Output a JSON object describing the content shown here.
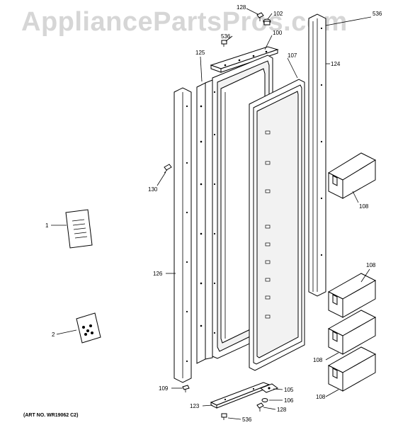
{
  "watermark": "AppliancePartsPros.com",
  "art_number": "(ART NO. WR19062 C2)",
  "callouts": {
    "c128_top": "128",
    "c102": "102",
    "c536_top": "536",
    "c536_right": "536",
    "c100": "100",
    "c125": "125",
    "c107": "107",
    "c124": "124",
    "c130": "130",
    "c1": "1",
    "c126": "126",
    "c2": "2",
    "c108_a": "108",
    "c108_b": "108",
    "c108_c": "108",
    "c108_d": "108",
    "c109": "109",
    "c105": "105",
    "c106": "106",
    "c123": "123",
    "c128_bottom": "128",
    "c536_bottom": "536"
  }
}
